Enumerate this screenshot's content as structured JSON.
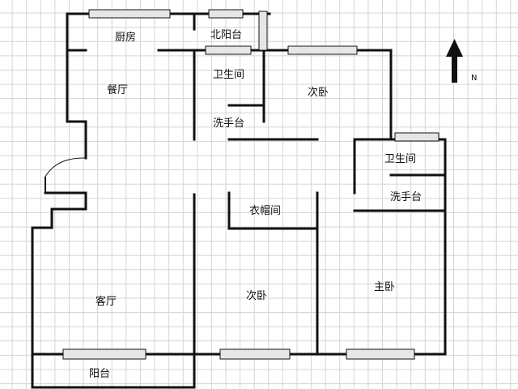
{
  "rooms": {
    "kitchen": "厨房",
    "north_balcony": "北阳台",
    "dining_room": "餐厅",
    "bathroom_north": "卫生间",
    "washbasin_north": "洗手台",
    "secondary_bedroom_north": "次卧",
    "bathroom_east": "卫生间",
    "washbasin_east": "洗手台",
    "cloakroom": "衣帽间",
    "living_room": "客厅",
    "secondary_bedroom_south": "次卧",
    "master_bedroom": "主卧",
    "south_balcony": "阳台"
  },
  "compass": {
    "north_label": "N"
  },
  "colors": {
    "wall": "#111111",
    "window_fill": "#e6e6e6",
    "grid": "#d4d4d4"
  }
}
